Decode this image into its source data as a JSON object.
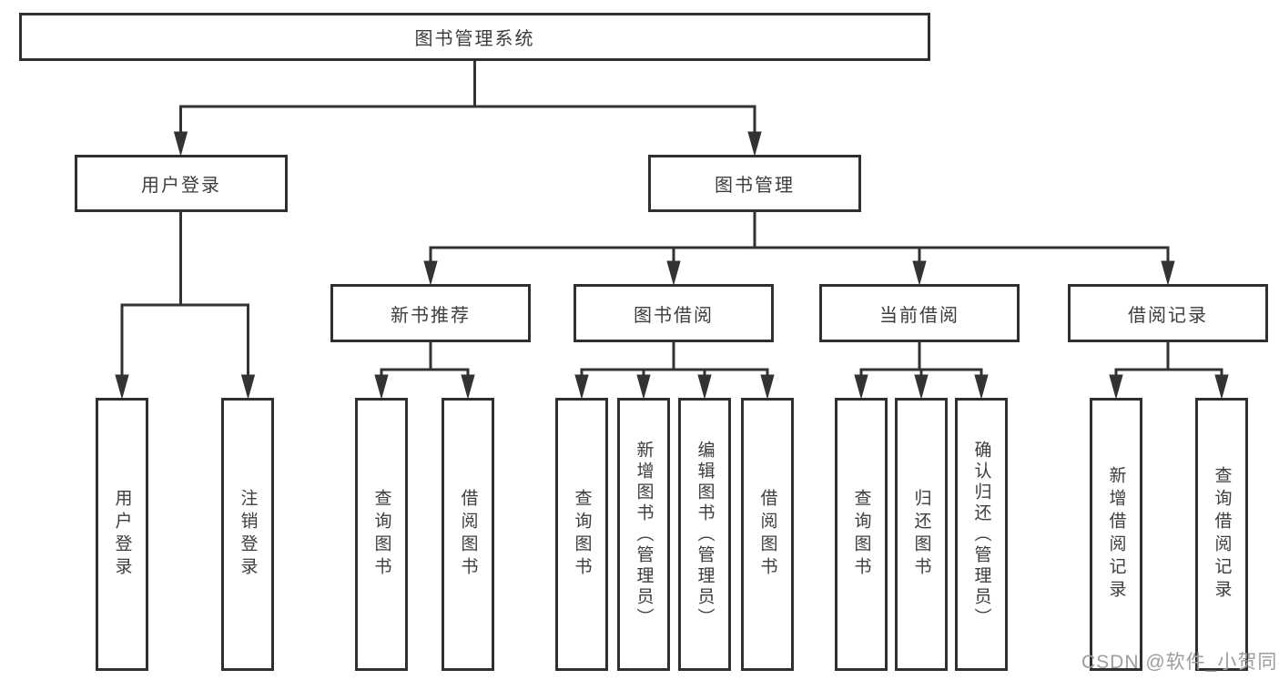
{
  "diagram": {
    "nodes": {
      "root": "图书管理系统",
      "level2": [
        "用户登录",
        "图书管理"
      ],
      "level3": [
        "新书推荐",
        "图书借阅",
        "当前借阅",
        "借阅记录"
      ],
      "leaves": [
        "用户登录",
        "注销登录",
        "查询图书",
        "借阅图书",
        "查询图书",
        "新增图书（管理员）",
        "编辑图书（管理员）",
        "借阅图书",
        "查询图书",
        "归还图书",
        "确认归还（管理员）",
        "新增借阅记录",
        "查询借阅记录"
      ]
    }
  },
  "watermark": "CSDN @软件_小贺同学",
  "colors": {
    "line": "#333333",
    "box_border": "#2f2f2f",
    "text": "#3d3d3d",
    "watermark": "#9d9d9d",
    "background": "#ffffff"
  }
}
